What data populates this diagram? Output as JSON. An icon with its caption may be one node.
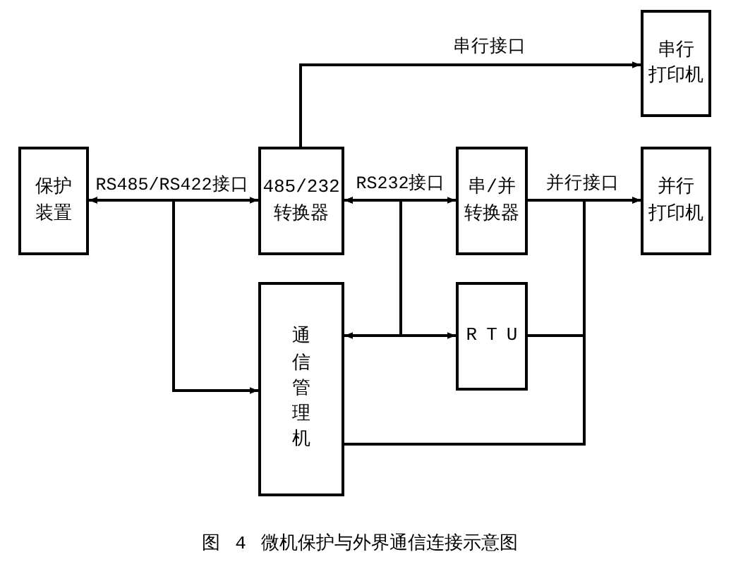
{
  "diagram": {
    "caption": "图 4 微机保护与外界通信连接示意图",
    "nodes": [
      {
        "text": [
          "串行打印机"
        ]
      },
      {
        "text": [
          "保护装置"
        ]
      },
      {
        "text": [
          "485/232转换器"
        ]
      },
      {
        "text": [
          "串/并转换器"
        ]
      },
      {
        "text": [
          "并行打印机"
        ]
      },
      {
        "text": [
          "通信管理机"
        ]
      },
      {
        "text": [
          "RTU"
        ]
      }
    ],
    "edges": [
      {
        "from": 1,
        "to": 2,
        "arrow": "both",
        "label": "RS485/RS422接口"
      },
      {
        "from": 1,
        "to": 5,
        "arrow": "both"
      },
      {
        "from": 2,
        "to": 0,
        "arrow": "to",
        "label": "串行接口"
      },
      {
        "from": 2,
        "to": 3,
        "arrow": "both",
        "label": "RS232接口"
      },
      {
        "from": 2,
        "to": 5,
        "arrow": "both"
      },
      {
        "from": 2,
        "to": 6,
        "arrow": "both"
      },
      {
        "from": 3,
        "to": 4,
        "arrow": "to",
        "label": "并行接口"
      },
      {
        "from": 6,
        "to": 4,
        "arrow": "to"
      },
      {
        "from": 5,
        "to": 4,
        "arrow": "to"
      }
    ]
  }
}
